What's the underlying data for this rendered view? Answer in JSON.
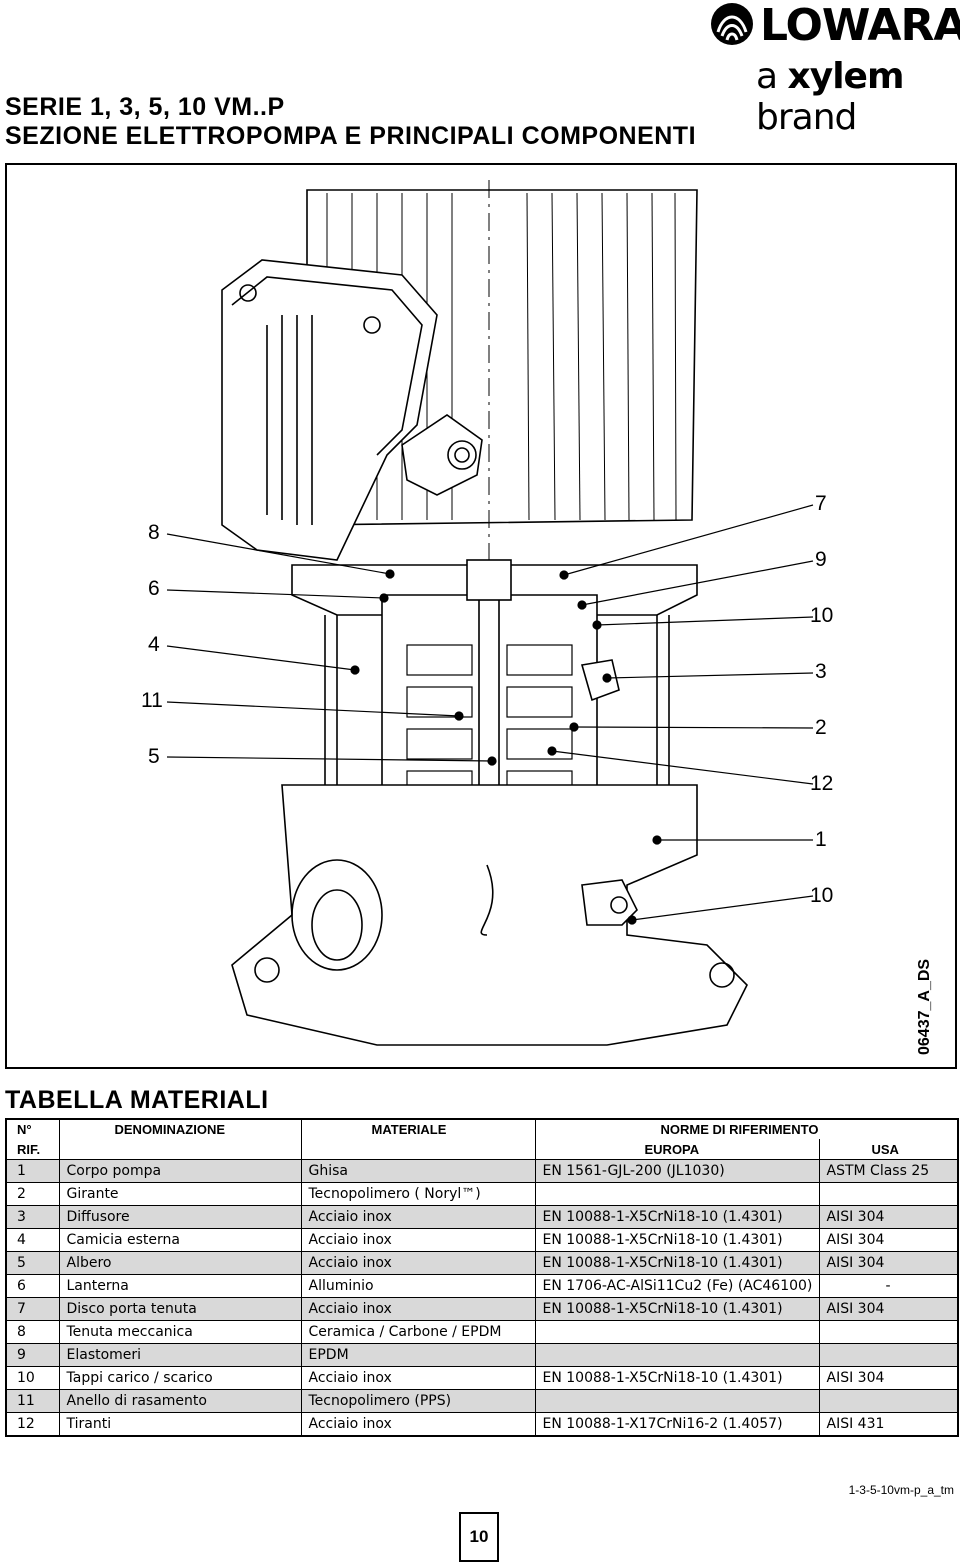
{
  "logo": {
    "name": "LOWARA",
    "tagline_prefix": "a",
    "tagline_brand": "xylem",
    "tagline_suffix": "brand"
  },
  "title": {
    "line1": "SERIE 1, 3, 5, 10 VM..P",
    "line2": "SEZIONE ELETTROPOMPA E PRINCIPALI COMPONENTI"
  },
  "drawing": {
    "code": "06437_A_DS",
    "callouts_left": [
      "8",
      "6",
      "4",
      "11",
      "5"
    ],
    "callouts_right": [
      "7",
      "9",
      "10",
      "3",
      "2",
      "12",
      "1",
      "10"
    ]
  },
  "table": {
    "title": "TABELLA MATERIALI",
    "headers": {
      "num_line1": "N°",
      "num_line2": "RIF.",
      "name": "DENOMINAZIONE",
      "material": "MATERIALE",
      "norms": "NORME DI RIFERIMENTO",
      "europe": "EUROPA",
      "usa": "USA"
    },
    "rows": [
      {
        "n": "1",
        "name": "Corpo pompa",
        "material": "Ghisa",
        "eu": "EN 1561-GJL-200 (JL1030)",
        "usa": "ASTM Class 25"
      },
      {
        "n": "2",
        "name": "Girante",
        "material": "Tecnopolimero ( Noryl™)",
        "eu": "",
        "usa": ""
      },
      {
        "n": "3",
        "name": "Diffusore",
        "material": "Acciaio inox",
        "eu": "EN 10088-1-X5CrNi18-10 (1.4301)",
        "usa": "AISI 304"
      },
      {
        "n": "4",
        "name": "Camicia esterna",
        "material": "Acciaio inox",
        "eu": "EN 10088-1-X5CrNi18-10 (1.4301)",
        "usa": "AISI 304"
      },
      {
        "n": "5",
        "name": "Albero",
        "material": "Acciaio inox",
        "eu": "EN 10088-1-X5CrNi18-10 (1.4301)",
        "usa": "AISI 304"
      },
      {
        "n": "6",
        "name": "Lanterna",
        "material": "Alluminio",
        "eu": "EN 1706-AC-AlSi11Cu2 (Fe) (AC46100)",
        "usa": "-"
      },
      {
        "n": "7",
        "name": "Disco porta tenuta",
        "material": "Acciaio inox",
        "eu": "EN 10088-1-X5CrNi18-10 (1.4301)",
        "usa": "AISI 304"
      },
      {
        "n": "8",
        "name": "Tenuta meccanica",
        "material": "Ceramica / Carbone / EPDM",
        "eu": "",
        "usa": ""
      },
      {
        "n": "9",
        "name": "Elastomeri",
        "material": "EPDM",
        "eu": "",
        "usa": ""
      },
      {
        "n": "10",
        "name": "Tappi carico / scarico",
        "material": "Acciaio inox",
        "eu": "EN 10088-1-X5CrNi18-10 (1.4301)",
        "usa": "AISI 304"
      },
      {
        "n": "11",
        "name": "Anello di rasamento",
        "material": "Tecnopolimero (PPS)",
        "eu": "",
        "usa": ""
      },
      {
        "n": "12",
        "name": "Tiranti",
        "material": "Acciaio inox",
        "eu": "EN 10088-1-X17CrNi16-2 (1.4057)",
        "usa": "AISI 431"
      }
    ]
  },
  "footer": {
    "code": "1-3-5-10vm-p_a_tm",
    "page": "10"
  }
}
